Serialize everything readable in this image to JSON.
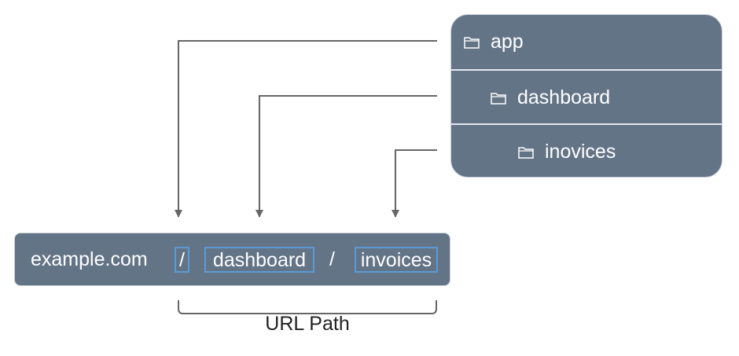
{
  "folders": [
    {
      "name": "app",
      "icon": "folder-icon"
    },
    {
      "name": "dashboard",
      "icon": "folder-icon"
    },
    {
      "name": "inovices",
      "icon": "folder-icon"
    }
  ],
  "url": {
    "domain": "example.com",
    "root_slash": "/",
    "segment_1": "dashboard",
    "separator": "/",
    "segment_2": "invoices"
  },
  "caption": "URL Path",
  "colors": {
    "panel_fill": "#647487",
    "segment_outline": "#5b9bd5",
    "arrow": "#666666",
    "text_light": "#ffffff",
    "text_dark": "#222222"
  }
}
